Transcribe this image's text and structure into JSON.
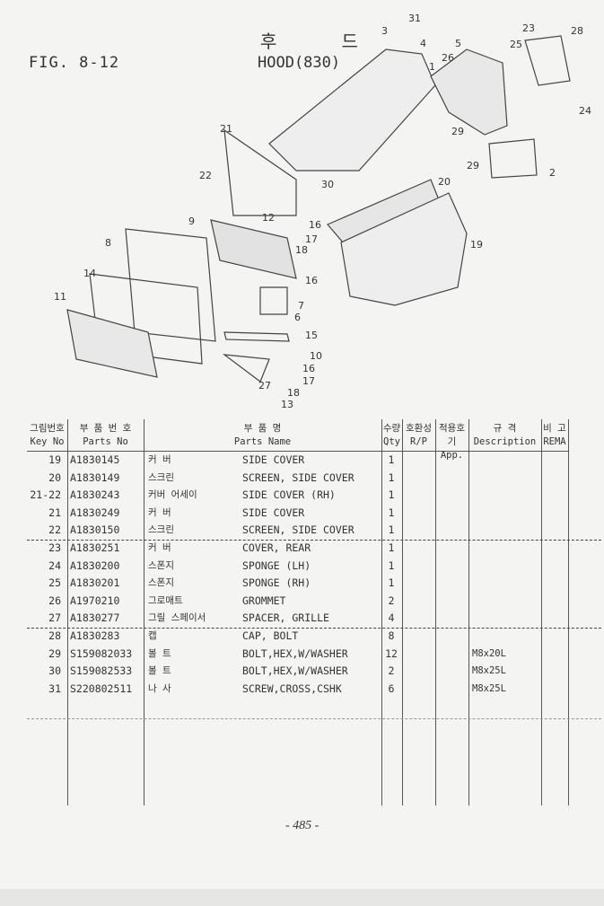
{
  "header": {
    "figure": "FIG. 8-12",
    "title_kr": "후 드",
    "title_en": "HOOD(830)"
  },
  "callouts": [
    "3",
    "31",
    "4",
    "5",
    "23",
    "28",
    "25",
    "26",
    "1",
    "29",
    "24",
    "29",
    "2",
    "21",
    "20",
    "30",
    "22",
    "12",
    "16",
    "17",
    "18",
    "9",
    "19",
    "8",
    "14",
    "16",
    "7",
    "6",
    "15",
    "11",
    "10",
    "16",
    "17",
    "18",
    "13",
    "27"
  ],
  "table": {
    "headers": [
      {
        "kr": "그림번호",
        "en": "Key No"
      },
      {
        "kr": "부 품 번 호",
        "en": "Parts No"
      },
      {
        "kr": "부 품 명",
        "en": "Parts Name"
      },
      {
        "kr": "수량",
        "en": "Qty"
      },
      {
        "kr": "호환성",
        "en": "R/P"
      },
      {
        "kr": "적용호기",
        "en": "App."
      },
      {
        "kr": "규 격",
        "en": "Description"
      },
      {
        "kr": "비 고",
        "en": "REMA"
      }
    ],
    "rows": [
      {
        "key": "19",
        "part_no": "A1830145",
        "name_kr": "커 버",
        "name": "SIDE COVER",
        "qty": "1",
        "desc": ""
      },
      {
        "key": "20",
        "part_no": "A1830149",
        "name_kr": "스크린",
        "name": "SCREEN, SIDE COVER",
        "qty": "1",
        "desc": ""
      },
      {
        "key": "21-22",
        "part_no": "A1830243",
        "name_kr": "커버 어세이",
        "name": "SIDE COVER (RH)",
        "qty": "1",
        "desc": ""
      },
      {
        "key": "21",
        "part_no": "A1830249",
        "name_kr": "커 버",
        "name": "SIDE COVER",
        "qty": "1",
        "desc": ""
      },
      {
        "key": "22",
        "part_no": "A1830150",
        "name_kr": "스크린",
        "name": "SCREEN, SIDE COVER",
        "qty": "1",
        "desc": ""
      },
      {
        "key": "23",
        "part_no": "A1830251",
        "name_kr": "커 버",
        "name": "COVER, REAR",
        "qty": "1",
        "desc": ""
      },
      {
        "key": "24",
        "part_no": "A1830200",
        "name_kr": "스폰지",
        "name": "SPONGE (LH)",
        "qty": "1",
        "desc": ""
      },
      {
        "key": "25",
        "part_no": "A1830201",
        "name_kr": "스폰지",
        "name": "SPONGE (RH)",
        "qty": "1",
        "desc": ""
      },
      {
        "key": "26",
        "part_no": "A1970210",
        "name_kr": "그로매트",
        "name": "GROMMET",
        "qty": "2",
        "desc": ""
      },
      {
        "key": "27",
        "part_no": "A1830277",
        "name_kr": "그릴 스페이서",
        "name": "SPACER, GRILLE",
        "qty": "4",
        "desc": ""
      },
      {
        "key": "28",
        "part_no": "A1830283",
        "name_kr": "캡",
        "name": "CAP, BOLT",
        "qty": "8",
        "desc": ""
      },
      {
        "key": "29",
        "part_no": "S159082033",
        "name_kr": "볼 트",
        "name": "BOLT,HEX,W/WASHER",
        "qty": "12",
        "desc": "M8x20L"
      },
      {
        "key": "30",
        "part_no": "S159082533",
        "name_kr": "볼 트",
        "name": "BOLT,HEX,W/WASHER",
        "qty": "2",
        "desc": "M8x25L"
      },
      {
        "key": "31",
        "part_no": "S220802511",
        "name_kr": "나 사",
        "name": "SCREW,CROSS,CSHK",
        "qty": "6",
        "desc": "M8x25L"
      }
    ]
  },
  "footer": {
    "page": "- 485 -"
  }
}
